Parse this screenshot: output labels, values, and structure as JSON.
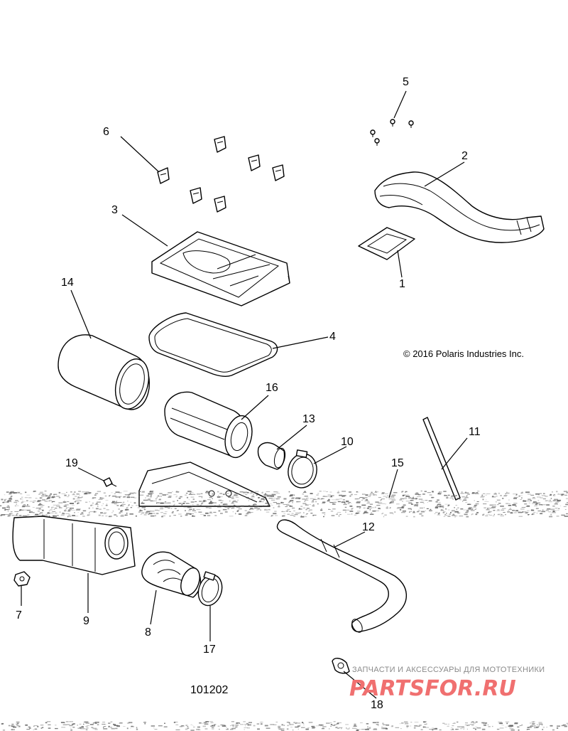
{
  "copyright": "© 2016 Polaris Industries Inc.",
  "diagram_number": "101202",
  "watermark": {
    "tagline": "ЗАПЧАСТИ И АКСЕССУАРЫ ДЛЯ МОТОТЕХНИКИ",
    "logo": "PARTSFOR.RU"
  },
  "callouts": {
    "c1": "1",
    "c2": "2",
    "c3": "3",
    "c4": "4",
    "c5": "5",
    "c6": "6",
    "c7": "7",
    "c8": "8",
    "c9": "9",
    "c10": "10",
    "c11": "11",
    "c12": "12",
    "c13": "13",
    "c14": "14",
    "c15": "15",
    "c16": "16",
    "c17": "17",
    "c18": "18",
    "c19": "19"
  },
  "colors": {
    "line": "#000000",
    "background": "#ffffff",
    "watermark_logo": "#f07070",
    "watermark_text": "#8a8a8a"
  }
}
